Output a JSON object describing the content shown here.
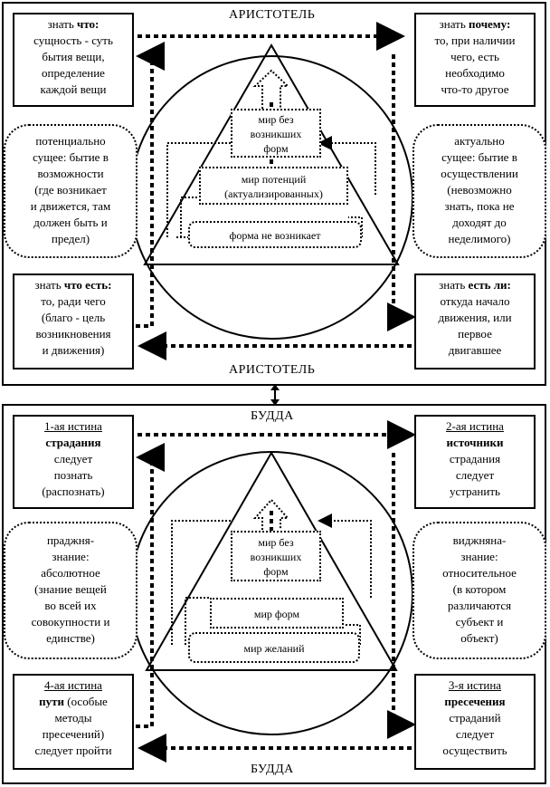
{
  "top": {
    "title_top": "АРИСТОТЕЛЬ",
    "title_bottom": "АРИСТОТЕЛЬ",
    "tl": {
      "l1a": "знать ",
      "l1b": "что:",
      "l2": "сущность - суть",
      "l3": "бытия вещи,",
      "l4": "определение",
      "l5": "каждой вещи"
    },
    "tr": {
      "l1a": "знать ",
      "l1b": "почему:",
      "l2": "то, при наличии",
      "l3": "чего, есть",
      "l4": "необходимо",
      "l5": "что-то другое"
    },
    "ml": {
      "l1": "потенциально",
      "l2": "сущее: бытие в",
      "l3": "возможности",
      "l4": "(где возникает",
      "l5": "и движется, там",
      "l6": "должен быть и",
      "l7": "предел)"
    },
    "mr": {
      "l1": "актуально",
      "l2": "сущее: бытие в",
      "l3": "осуществлении",
      "l4": "(невозможно",
      "l5": "знать, пока не",
      "l6": "доходят до",
      "l7": "неделимого)"
    },
    "bl": {
      "l1a": "знать ",
      "l1b": "что есть:",
      "l2": "то, ради чего",
      "l3": "(благо - цель",
      "l4": "возникновения",
      "l5": "и движения)"
    },
    "br": {
      "l1a": "знать ",
      "l1b": "есть ли:",
      "l2": "откуда начало",
      "l3": "движения, или",
      "l4": "первое",
      "l5": "двигавшее"
    },
    "inner1": {
      "l1": "мир без",
      "l2": "возникших",
      "l3": "форм"
    },
    "inner2": {
      "l1": "мир потенций",
      "l2": "(актуализированных)"
    },
    "inner3": {
      "l1": "форма не возникает"
    }
  },
  "bottom": {
    "title_top": "БУДДА",
    "title_bottom": "БУДДА",
    "tl": {
      "l1": "1-ая истина",
      "l2": "страдания",
      "l3": "следует",
      "l4": "познать",
      "l5": "(распознать)"
    },
    "tr": {
      "l1": "2-ая истина",
      "l2": "источники",
      "l3": "страдания",
      "l4": "следует",
      "l5": "устранить"
    },
    "ml": {
      "l1": "праджня-",
      "l2": "знание:",
      "l3": "абсолютное",
      "l4": "(знание вещей",
      "l5": "во всей их",
      "l6": "совокупности и",
      "l7": "единстве)"
    },
    "mr": {
      "l1": "виджняна-",
      "l2": "знание:",
      "l3": "относительное",
      "l4": "(в котором",
      "l5": "различаются",
      "l6": "субъект и",
      "l7": "объект)"
    },
    "bl": {
      "l1": "4-ая истина",
      "l2a": "пути",
      "l2b": " (особые",
      "l3": "методы",
      "l4": "пресечений)",
      "l5": "следует пройти"
    },
    "br": {
      "l1": "3-я истина",
      "l2": "пресечения",
      "l3": "страданий",
      "l4": "следует",
      "l5": "осуществить"
    },
    "inner1": {
      "l1": "мир без",
      "l2": "возникших",
      "l3": "форм"
    },
    "inner2": {
      "l1": "мир форм"
    },
    "inner3": {
      "l1": "мир желаний"
    }
  }
}
